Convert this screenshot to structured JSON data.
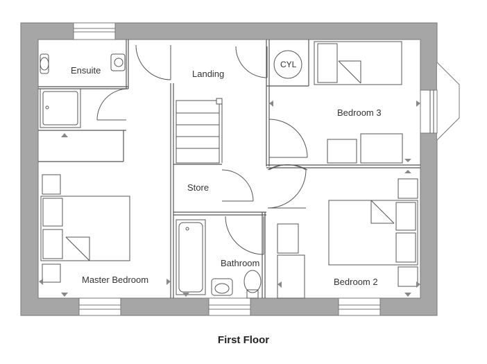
{
  "floor_plan": {
    "caption": "First Floor",
    "rooms": {
      "ensuite": "Ensuite",
      "landing": "Landing",
      "cylinder": "CYL",
      "bedroom3": "Bedroom 3",
      "store": "Store",
      "master": "Master Bedroom",
      "bathroom": "Bathroom",
      "bedroom2": "Bedroom 2"
    },
    "colors": {
      "wall": "#a6a6a6",
      "line": "#555555",
      "marker": "#888888"
    }
  }
}
